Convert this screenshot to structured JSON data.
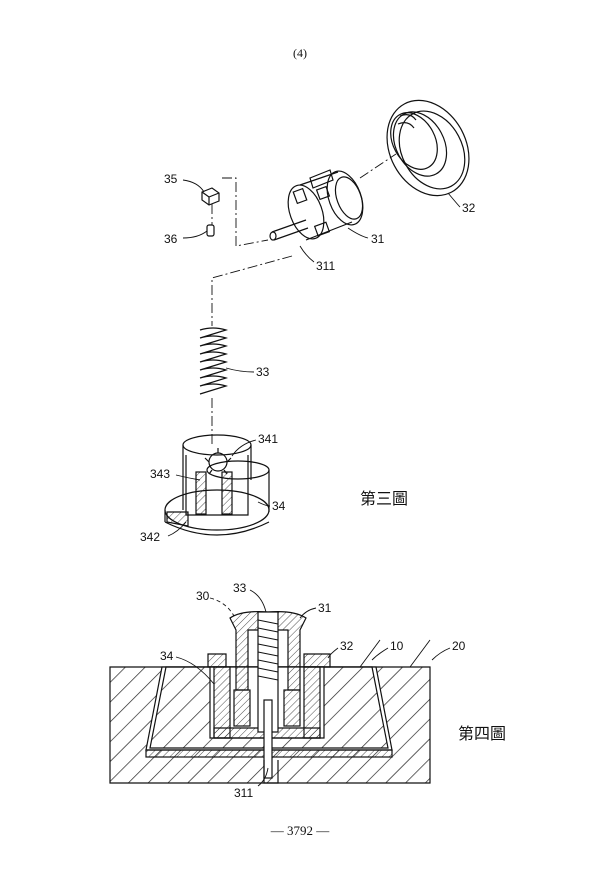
{
  "header": {
    "page_marker": "(4)"
  },
  "figure3": {
    "caption": "第三圖",
    "labels": {
      "l35": "35",
      "l36": "36",
      "l32": "32",
      "l31": "31",
      "l311": "311",
      "l33": "33",
      "l341": "341",
      "l343": "343",
      "l34": "34",
      "l342": "342"
    }
  },
  "figure4": {
    "caption": "第四圖",
    "labels": {
      "l30": "30",
      "l33": "33",
      "l31": "31",
      "l32": "32",
      "l10": "10",
      "l20": "20",
      "l34": "34",
      "l311": "311"
    }
  },
  "footer": {
    "page_number": "— 3792 —"
  }
}
